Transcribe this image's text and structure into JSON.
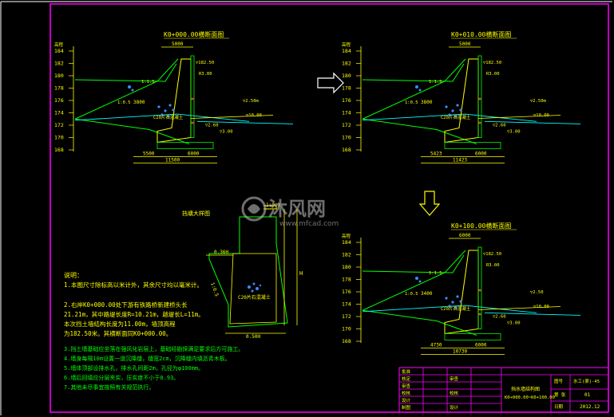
{
  "colors": {
    "background": "#000000",
    "frame": "#ff00ff",
    "yellow": "#ffff00",
    "green": "#00ff00",
    "cyan": "#00ffff",
    "white": "#ffffff",
    "blue": "#3a8cff",
    "red": "#ff3030"
  },
  "sections": [
    {
      "title": "K0+000.00横断面图",
      "elev_labels": [
        "184",
        "182",
        "180",
        "178",
        "176",
        "174",
        "172",
        "170",
        "168"
      ],
      "axis_unit": "高程",
      "dims": [
        "5000",
        "3800",
        "5500",
        "6000",
        "11500"
      ],
      "annotations": [
        "▽182.50",
        "▽2.50m",
        "▽10.00",
        "▽2.60",
        "▽3.00",
        "1:1.5",
        "1:0.5",
        "C20片石混凝土",
        "R3.00"
      ]
    },
    {
      "title": "K0+010.00横断面图",
      "elev_labels": [
        "184",
        "182",
        "180",
        "178",
        "176",
        "174",
        "172",
        "170",
        "168"
      ],
      "axis_unit": "高程",
      "dims": [
        "5000",
        "3800",
        "5423",
        "6000",
        "11423"
      ],
      "annotations": [
        "▽182.50",
        "▽2.50m",
        "▽10.00",
        "▽2.60",
        "▽3.00",
        "1:1.5",
        "1:0.5",
        "C20片石混凝土",
        "R3.00"
      ]
    },
    {
      "title": "K0+100.00横断面图",
      "elev_labels": [
        "184",
        "182",
        "180",
        "178",
        "176",
        "174",
        "172",
        "170",
        "168"
      ],
      "axis_unit": "高程",
      "dims": [
        "6000",
        "3400",
        "4730",
        "6000",
        "10730"
      ],
      "annotations": [
        "▽182.50",
        "▽2.50",
        "▽10.00",
        "▽2.60",
        "▽3.00",
        "1:1.5",
        "1:0.5",
        "C20片石混凝土",
        "R3.00"
      ]
    }
  ],
  "detail": {
    "title": "挡壙大样图",
    "labels": [
      "1:0.3",
      "0.36H",
      "0.50H",
      "1:0.5",
      "H",
      "C20片石混凝土"
    ]
  },
  "notes": {
    "heading": "说明：",
    "lines": [
      "1.本图尺寸除标高以米计外，其余尺寸均以毫米计。",
      "2.右岸K0+000.00处下游有铁路桥新建桥头长",
      "21.21m，其中路堤长度R=10.21m，越堤长L=11m。",
      "本次挡土墙结构长度为11.00m，墙顶高程",
      "为182.50米。其横断面同K0+000.00。"
    ],
    "extra": [
      "3.挡土墙基础应坐落在强风化岩层上，基础经勘探满足要求后方可施工。",
      "4.墙身每隔10m设置一道沉降缝，缝宽2cm，沉降缝内填沥青木板。",
      "5.墙体顶部设排水孔，排水孔间距2m，孔径为φ100mm。",
      "6.墙后回填应分层夹实，压实度不小于0.93。",
      "7.其他未尽事宜按照有关规范执行。"
    ]
  },
  "watermark": {
    "name": "沐风网",
    "url": "www.mfcad.com"
  },
  "title_block": {
    "drawing_title_l1": "挡水墙结构图",
    "drawing_title_l2": "K0+000.00~K0+100.00",
    "drawing_no_label": "图号",
    "drawing_no": "水工(渠)-45",
    "sheet_label": "第 张",
    "sheet": "01",
    "date_label": "日期",
    "date": "2012.12",
    "roles": [
      "批准",
      "核定",
      "审查",
      "校核",
      "设计",
      "制图"
    ],
    "role_values": [
      "",
      "审查",
      "",
      "校核",
      "",
      "设计"
    ]
  }
}
